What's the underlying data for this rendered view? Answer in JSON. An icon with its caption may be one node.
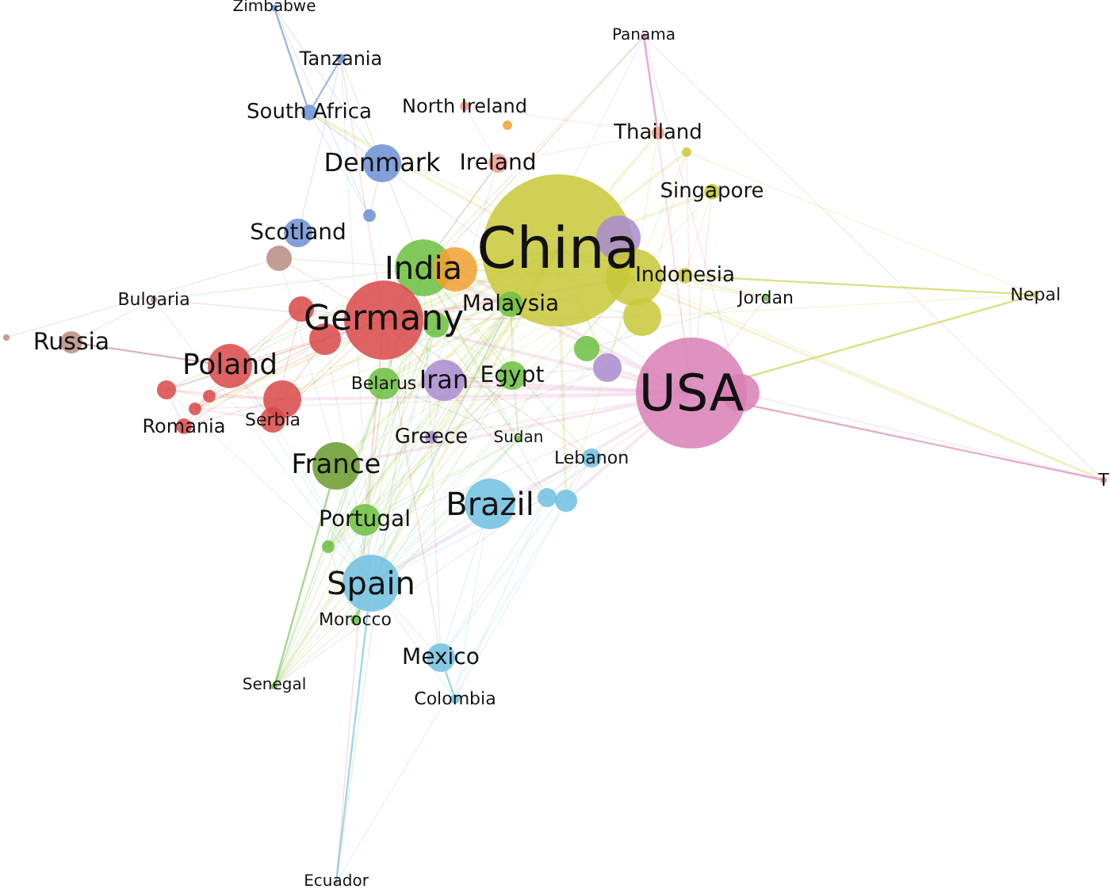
{
  "diagram": {
    "nodes": [
      {
        "text": [
          "Zimbabwe"
        ]
      },
      {
        "text": [
          "Tanzania"
        ]
      },
      {
        "text": [
          "South Africa"
        ]
      },
      {
        "text": [
          "North Ireland"
        ]
      },
      {
        "text": [
          "Panama"
        ]
      },
      {
        "text": [
          "Thailand"
        ]
      },
      {
        "text": [
          "Denmark"
        ]
      },
      {
        "text": [
          "Ireland"
        ]
      },
      {
        "text": [
          "Singapore"
        ]
      },
      {
        "text": [
          "Scotland"
        ]
      },
      {
        "text": [
          "China"
        ]
      },
      {
        "text": [
          "India"
        ]
      },
      {
        "text": [
          "Indonesia"
        ]
      },
      {
        "text": [
          "Malaysia"
        ]
      },
      {
        "text": [
          "Jordan"
        ]
      },
      {
        "text": [
          "Nepal"
        ]
      },
      {
        "text": [
          "Bulgaria"
        ]
      },
      {
        "text": [
          "Germany"
        ]
      },
      {
        "text": [
          "Russia"
        ]
      },
      {
        "text": [
          "Poland"
        ]
      },
      {
        "text": [
          "Iran"
        ]
      },
      {
        "text": [
          "Egypt"
        ]
      },
      {
        "text": [
          "USA"
        ]
      },
      {
        "text": [
          "Belarus"
        ]
      },
      {
        "text": [
          "Romania"
        ]
      },
      {
        "text": [
          "Serbia"
        ]
      },
      {
        "text": [
          "Greece"
        ]
      },
      {
        "text": [
          "Sudan"
        ]
      },
      {
        "text": [
          "Lebanon"
        ]
      },
      {
        "text": [
          "France"
        ]
      },
      {
        "text": [
          "Brazil"
        ]
      },
      {
        "text": [
          "Portugal"
        ]
      },
      {
        "text": [
          "Spain"
        ]
      },
      {
        "text": [
          "Morocco"
        ]
      },
      {
        "text": [
          "Mexico"
        ]
      },
      {
        "text": [
          "Senegal"
        ]
      },
      {
        "text": [
          "Colombia"
        ]
      },
      {
        "text": [
          "Ecuador"
        ]
      },
      {
        "text": [
          "T"
        ]
      },
      {
        "text": [],
        "shape": "circle"
      },
      {
        "text": [],
        "shape": "circle"
      },
      {
        "text": [],
        "shape": "circle"
      },
      {
        "text": [],
        "shape": "circle"
      },
      {
        "text": [],
        "shape": "circle"
      },
      {
        "text": [],
        "shape": "circle"
      },
      {
        "text": [],
        "shape": "circle"
      },
      {
        "text": [],
        "shape": "circle"
      },
      {
        "text": [],
        "shape": "circle"
      },
      {
        "text": [],
        "shape": "circle"
      },
      {
        "text": [],
        "shape": "circle"
      },
      {
        "text": [],
        "shape": "circle"
      },
      {
        "text": [],
        "shape": "circle"
      },
      {
        "text": [],
        "shape": "circle"
      },
      {
        "text": [],
        "shape": "circle"
      },
      {
        "text": [],
        "shape": "circle"
      },
      {
        "text": [],
        "shape": "circle"
      },
      {
        "text": [],
        "shape": "circle"
      },
      {
        "text": [],
        "shape": "circle"
      },
      {
        "text": [],
        "shape": "circle"
      },
      {
        "text": [],
        "shape": "circle"
      },
      {
        "text": [],
        "shape": "circle"
      }
    ],
    "edges": [
      {
        "from": 0,
        "to": 2,
        "arrow": "none",
        "color": "#6b8fd6"
      },
      {
        "from": 1,
        "to": 2,
        "arrow": "none",
        "color": "#6b8fd6"
      },
      {
        "from": 4,
        "to": 5,
        "arrow": "none",
        "color": "#d87fb4"
      },
      {
        "from": 15,
        "to": 12,
        "arrow": "none",
        "color": "#c8c838"
      },
      {
        "from": 15,
        "to": 22,
        "arrow": "none",
        "color": "#c8c838"
      },
      {
        "from": 18,
        "to": 19,
        "arrow": "none",
        "color": "#b98c80"
      },
      {
        "from": 22,
        "to": 38,
        "arrow": "none",
        "color": "#d87fb4"
      },
      {
        "from": 35,
        "to": 29,
        "arrow": "none",
        "color": "#6bbf3f"
      },
      {
        "from": 33,
        "to": 32,
        "arrow": "none",
        "color": "#6bbf3f"
      },
      {
        "from": 36,
        "to": 34,
        "arrow": "none",
        "color": "#6fc0e0"
      },
      {
        "from": 37,
        "to": 32,
        "arrow": "none",
        "color": "#6fc0e0"
      }
    ]
  }
}
